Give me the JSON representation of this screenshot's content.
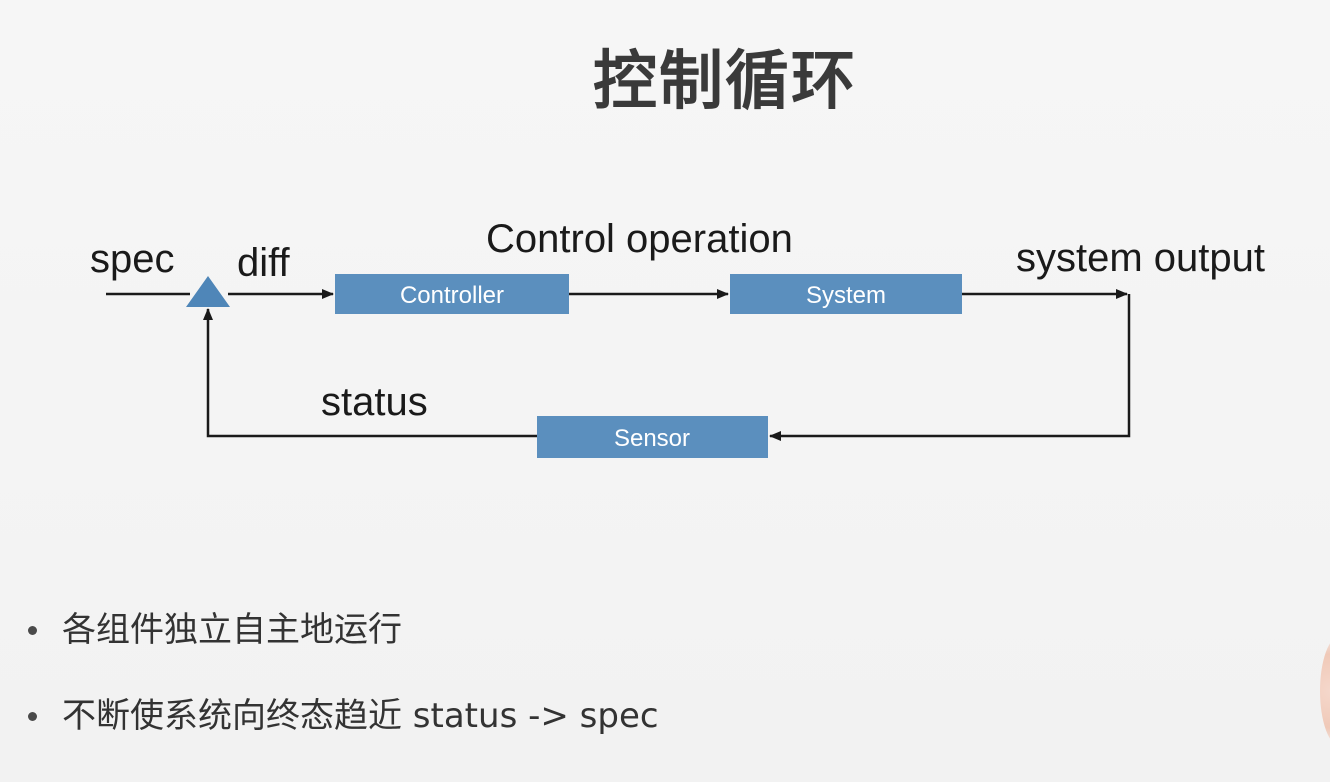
{
  "title": "控制循环",
  "diagram": {
    "labels": {
      "spec": "spec",
      "diff": "diff",
      "control_operation": "Control operation",
      "system_output": "system output",
      "status": "status"
    },
    "boxes": {
      "controller": "Controller",
      "system": "System",
      "sensor": "Sensor"
    },
    "colors": {
      "box_fill": "#5b8fbe",
      "box_text": "#ffffff",
      "line": "#1a1a1a",
      "comparator": "#4f86b8"
    }
  },
  "bullets": [
    "各组件独立自主地运行",
    "不断使系统向终态趋近 status -> spec"
  ]
}
